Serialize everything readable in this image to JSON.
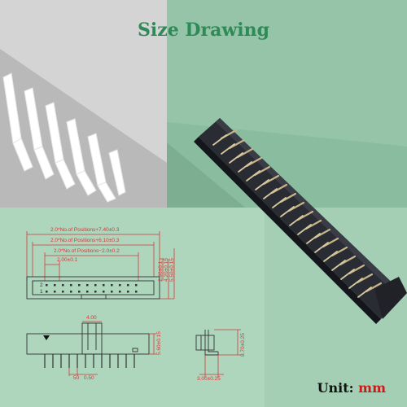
{
  "title": "Size Drawing",
  "colors": {
    "title": "#2e8b57",
    "accent_red": "#d23a3a",
    "green_panel": "#8fbfa3",
    "light_green": "#a9d2b8",
    "connector_body": "#1e2029",
    "unit_red": "#d01818"
  },
  "front_view": {
    "dim_total": "2.0*No.of  Positions+7.40±0.3",
    "dim_inner": "2.0*No.of  Positions+6.10±0.3",
    "dim_pitch_span": "2.0*No.of  Positions−2.0±0.2",
    "dim_pitch": "2.00±0.1",
    "dim_height_a": "2.90±0.1",
    "dim_height_b": "4.20±0.15",
    "dim_height_c": "5.50±0.15",
    "row_label_2": "2",
    "row_label_1": "1"
  },
  "side_view": {
    "dim_key_width": "4.00",
    "dim_height": "5.60±0.15",
    "dim_pin": "0.50",
    "dim_pin_small": "50"
  },
  "end_view": {
    "dim_length": "8.70±0.25",
    "dim_offset": "3.00±0.25"
  },
  "unit": {
    "label": "Unit:",
    "value": "mm"
  },
  "icons": [
    "connector-photo",
    "pin-closeup-photo"
  ]
}
